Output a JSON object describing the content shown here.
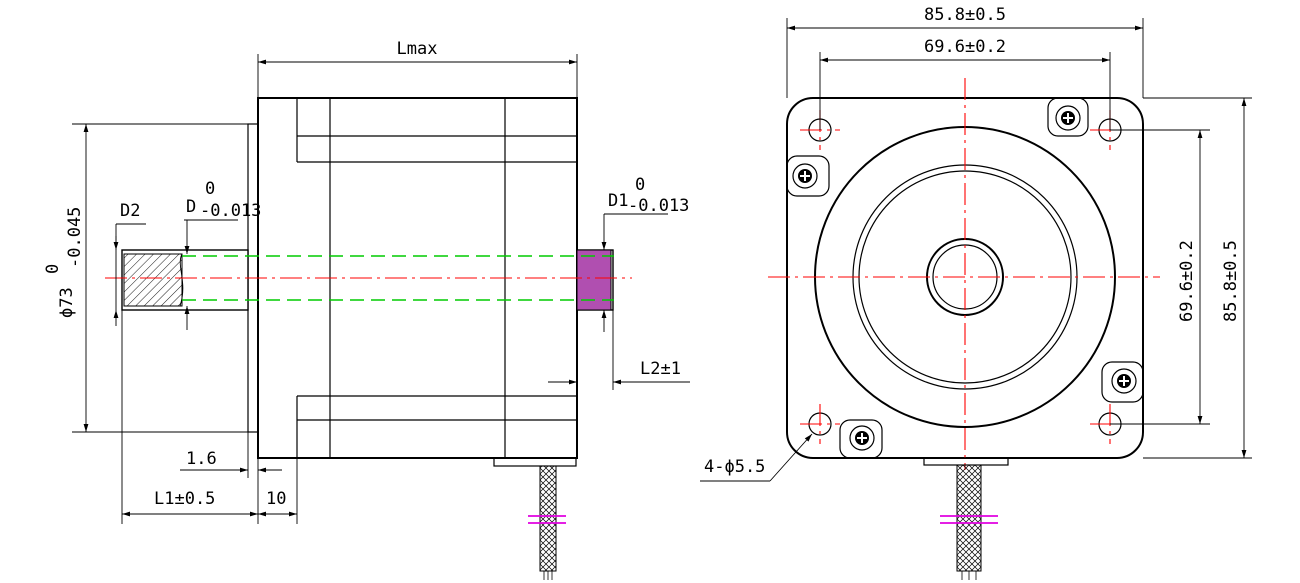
{
  "labels": {
    "lmax": "Lmax",
    "d2": "D2",
    "d_main": "D",
    "d_tol_upper": "0",
    "d_tol_lower": "-0.013",
    "d1_main": "D1",
    "d1_tol_upper": "0",
    "d1_tol_lower": "-0.013",
    "phi_main": "ϕ73",
    "phi_tol_upper": "0",
    "phi_tol_lower": "-0.045",
    "l2": "L2±1",
    "dim_1_6": "1.6",
    "l1": "L1±0.5",
    "dim_10": "10",
    "width_outer": "85.8±0.5",
    "width_holes": "69.6±0.2",
    "height_holes": "69.6±0.2",
    "height_outer": "85.8±0.5",
    "hole_note": "4-ϕ5.5"
  },
  "colors": {
    "centerline": "#ff0000",
    "hidden": "#00cc00",
    "key_fill": "#b04fb0",
    "cable_marker": "#e000e0"
  }
}
